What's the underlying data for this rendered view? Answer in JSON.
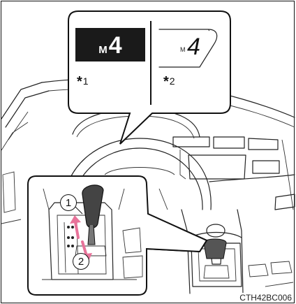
{
  "display_1": {
    "m_label": "M",
    "gear": "4",
    "footnote_star": "*",
    "footnote_num": "1"
  },
  "display_2": {
    "m_label": "M",
    "gear": "4",
    "footnote_star": "*",
    "footnote_num": "2"
  },
  "callouts": {
    "one": "1",
    "two": "2"
  },
  "caption": "CTH42BC006",
  "colors": {
    "arrow": "#e8739a",
    "display_bg": "#1a1a1a",
    "line": "#222222"
  }
}
